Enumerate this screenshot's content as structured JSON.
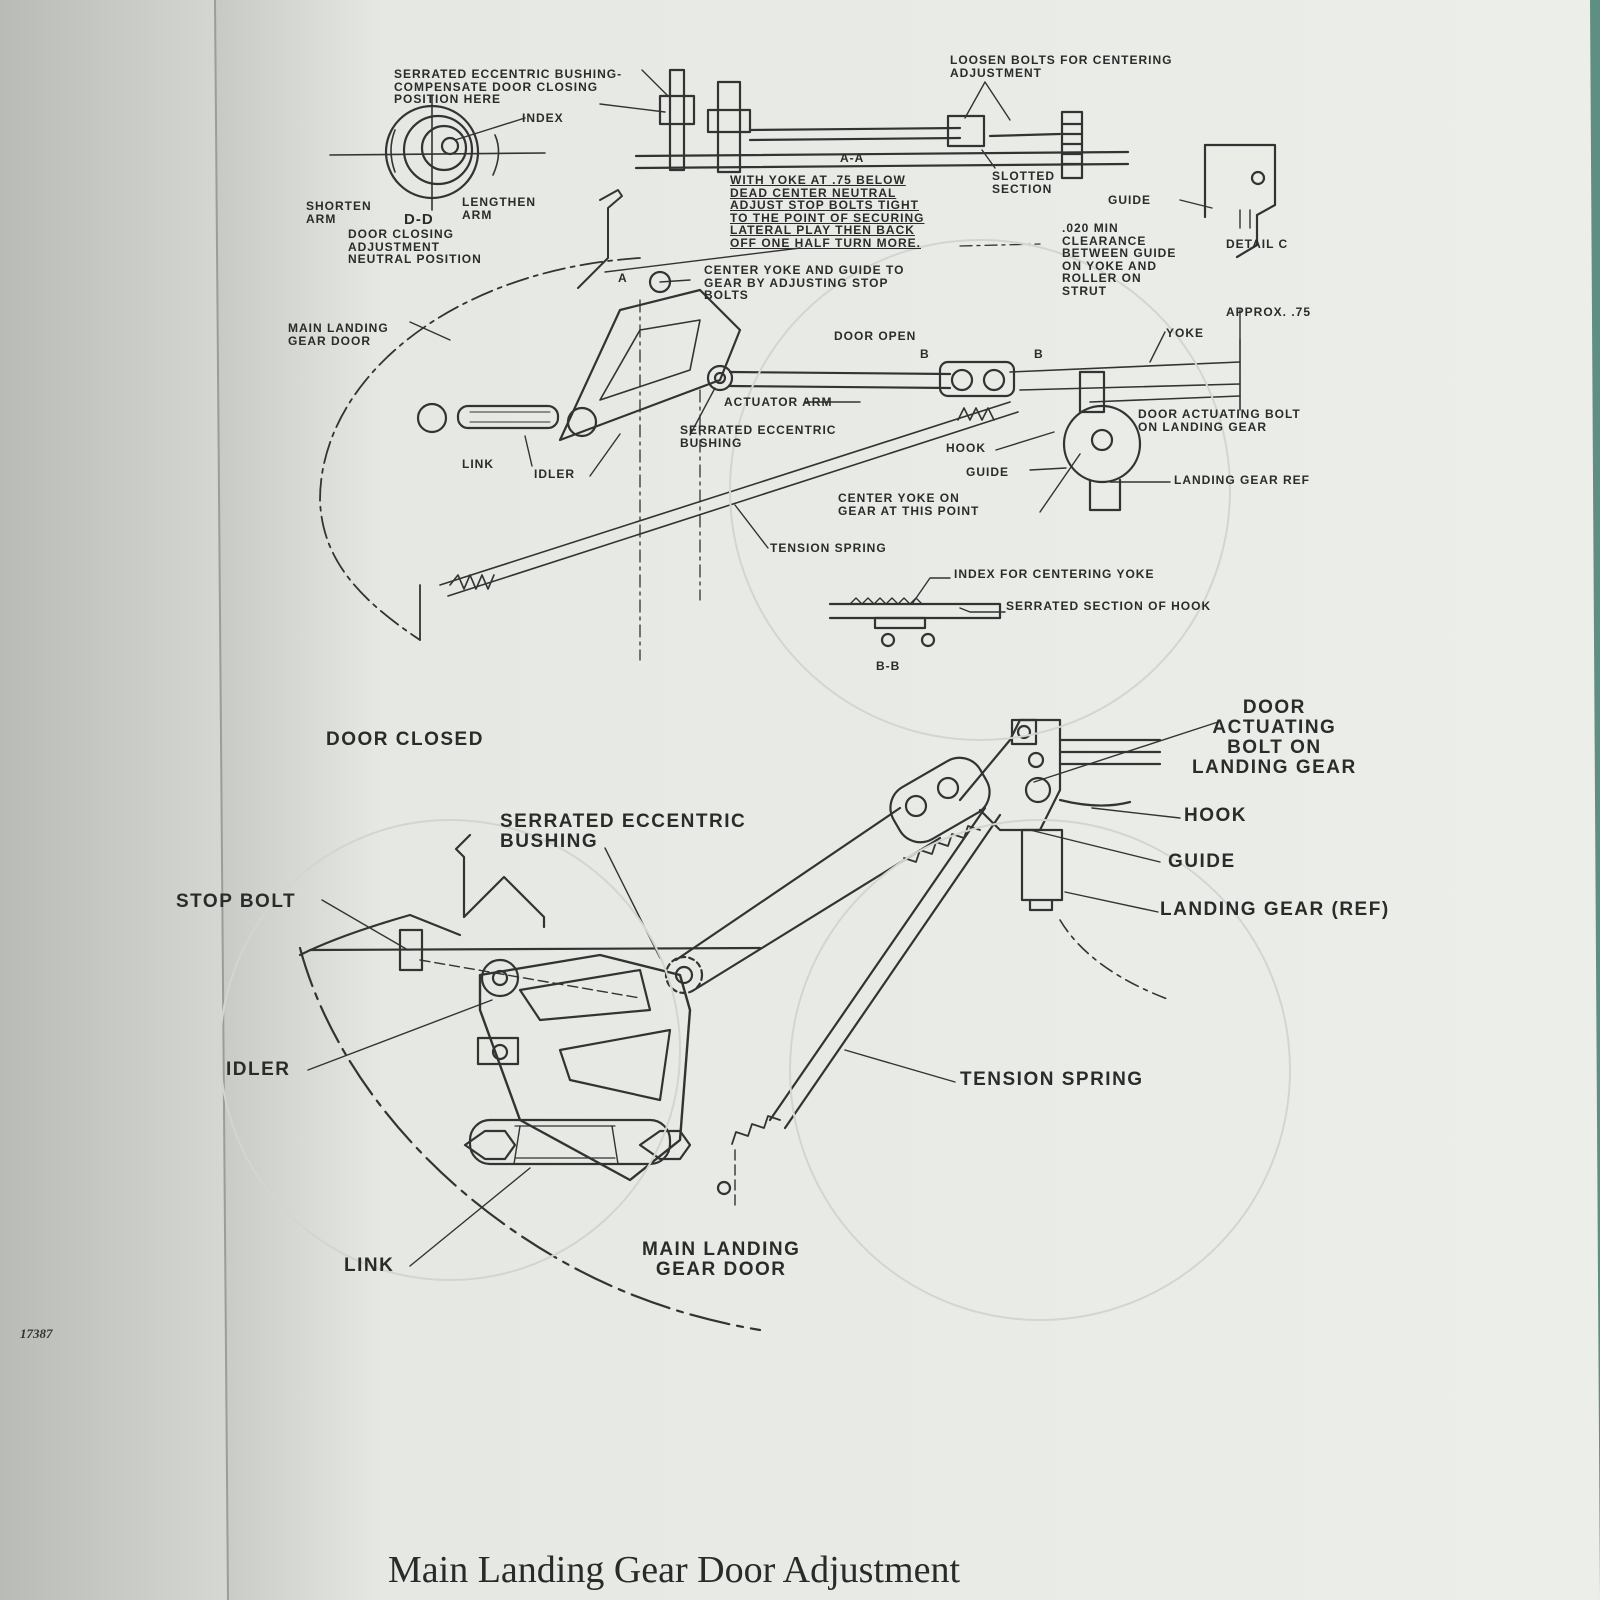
{
  "figure_number": "17387",
  "caption": "Main Landing Gear Door Adjustment",
  "door_open": {
    "heading": "DOOR OPEN",
    "section_aa": "A-A",
    "section_dd": "D-D",
    "section_bb": "B-B",
    "serrated_bushing_note": "SERRATED ECCENTRIC BUSHING-\nCOMPENSATE DOOR CLOSING\nPOSITION HERE",
    "index": "INDEX",
    "loosen_bolts": "LOOSEN BOLTS FOR CENTERING\nADJUSTMENT",
    "slotted_section": "SLOTTED\nSECTION",
    "shorten_arm": "SHORTEN\nARM",
    "lengthen_arm": "LENGTHEN\nARM",
    "dd_caption": "DOOR CLOSING\nADJUSTMENT\nNEUTRAL POSITION",
    "yoke_note": "WITH YOKE AT .75 BELOW\nDEAD CENTER NEUTRAL\nADJUST STOP BOLTS TIGHT\nTO THE POINT OF SECURING\nLATERAL PLAY THEN BACK\nOFF ONE HALF TURN MORE.",
    "guide_top": "GUIDE",
    "clearance": ".020 MIN\nCLEARANCE\nBETWEEN GUIDE\nON YOKE AND\nROLLER ON\nSTRUT",
    "detail_c": "DETAIL C",
    "center_yoke": "CENTER YOKE AND GUIDE TO\nGEAR BY ADJUSTING STOP\nBOLTS",
    "main_door": "MAIN LANDING\nGEAR DOOR",
    "approx": "APPROX. .75",
    "yoke": "YOKE",
    "b_mark_left": "B",
    "b_mark_right": "B",
    "a_mark": "A",
    "actuator_arm": "ACTUATOR ARM",
    "serrated_bushing": "SERRATED ECCENTRIC\nBUSHING",
    "link": "LINK",
    "idler": "IDLER",
    "hook": "HOOK",
    "guide": "GUIDE",
    "door_bolt": "DOOR ACTUATING BOLT\nON LANDING GEAR",
    "gear_ref": "LANDING GEAR REF",
    "center_yoke_gear": "CENTER YOKE ON\nGEAR AT THIS POINT",
    "tension_spring": "TENSION SPRING",
    "index_centering": "INDEX FOR CENTERING YOKE",
    "serrated_hook": "SERRATED SECTION OF HOOK"
  },
  "door_closed": {
    "heading": "DOOR CLOSED",
    "door_bolt": "DOOR\nACTUATING\nBOLT ON\nLANDING GEAR",
    "hook": "HOOK",
    "guide": "GUIDE",
    "gear_ref": "LANDING GEAR (REF)",
    "serrated_bushing": "SERRATED ECCENTRIC\nBUSHING",
    "stop_bolt": "STOP BOLT",
    "idler": "IDLER",
    "tension_spring": "TENSION SPRING",
    "link": "LINK",
    "main_door": "MAIN LANDING\nGEAR DOOR"
  },
  "colors": {
    "background": "#3a3d3a",
    "paper": "#e9eae6",
    "ink": "#2b2b2b",
    "left_page": "#c9ccc7",
    "binder_edge": "#5f8f83"
  }
}
